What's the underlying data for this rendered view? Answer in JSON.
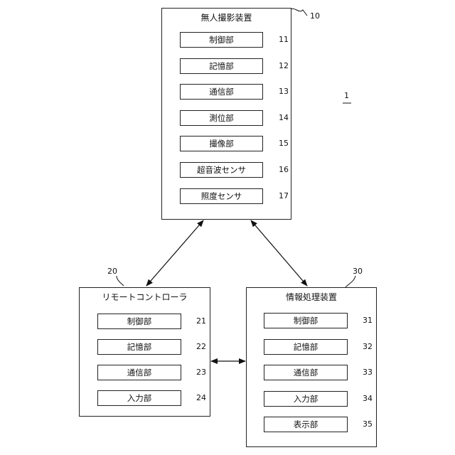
{
  "system_ref": "1",
  "drone": {
    "title": "無人撮影装置",
    "ref": "10",
    "units": [
      {
        "label": "制御部",
        "ref": "11"
      },
      {
        "label": "記憶部",
        "ref": "12"
      },
      {
        "label": "通信部",
        "ref": "13"
      },
      {
        "label": "測位部",
        "ref": "14"
      },
      {
        "label": "撮像部",
        "ref": "15"
      },
      {
        "label": "超音波センサ",
        "ref": "16"
      },
      {
        "label": "照度センサ",
        "ref": "17"
      }
    ]
  },
  "remote": {
    "title": "リモートコントローラ",
    "ref": "20",
    "units": [
      {
        "label": "制御部",
        "ref": "21"
      },
      {
        "label": "記憶部",
        "ref": "22"
      },
      {
        "label": "通信部",
        "ref": "23"
      },
      {
        "label": "入力部",
        "ref": "24"
      }
    ]
  },
  "info": {
    "title": "情報処理装置",
    "ref": "30",
    "units": [
      {
        "label": "制御部",
        "ref": "31"
      },
      {
        "label": "記憶部",
        "ref": "32"
      },
      {
        "label": "通信部",
        "ref": "33"
      },
      {
        "label": "入力部",
        "ref": "34"
      },
      {
        "label": "表示部",
        "ref": "35"
      }
    ]
  }
}
